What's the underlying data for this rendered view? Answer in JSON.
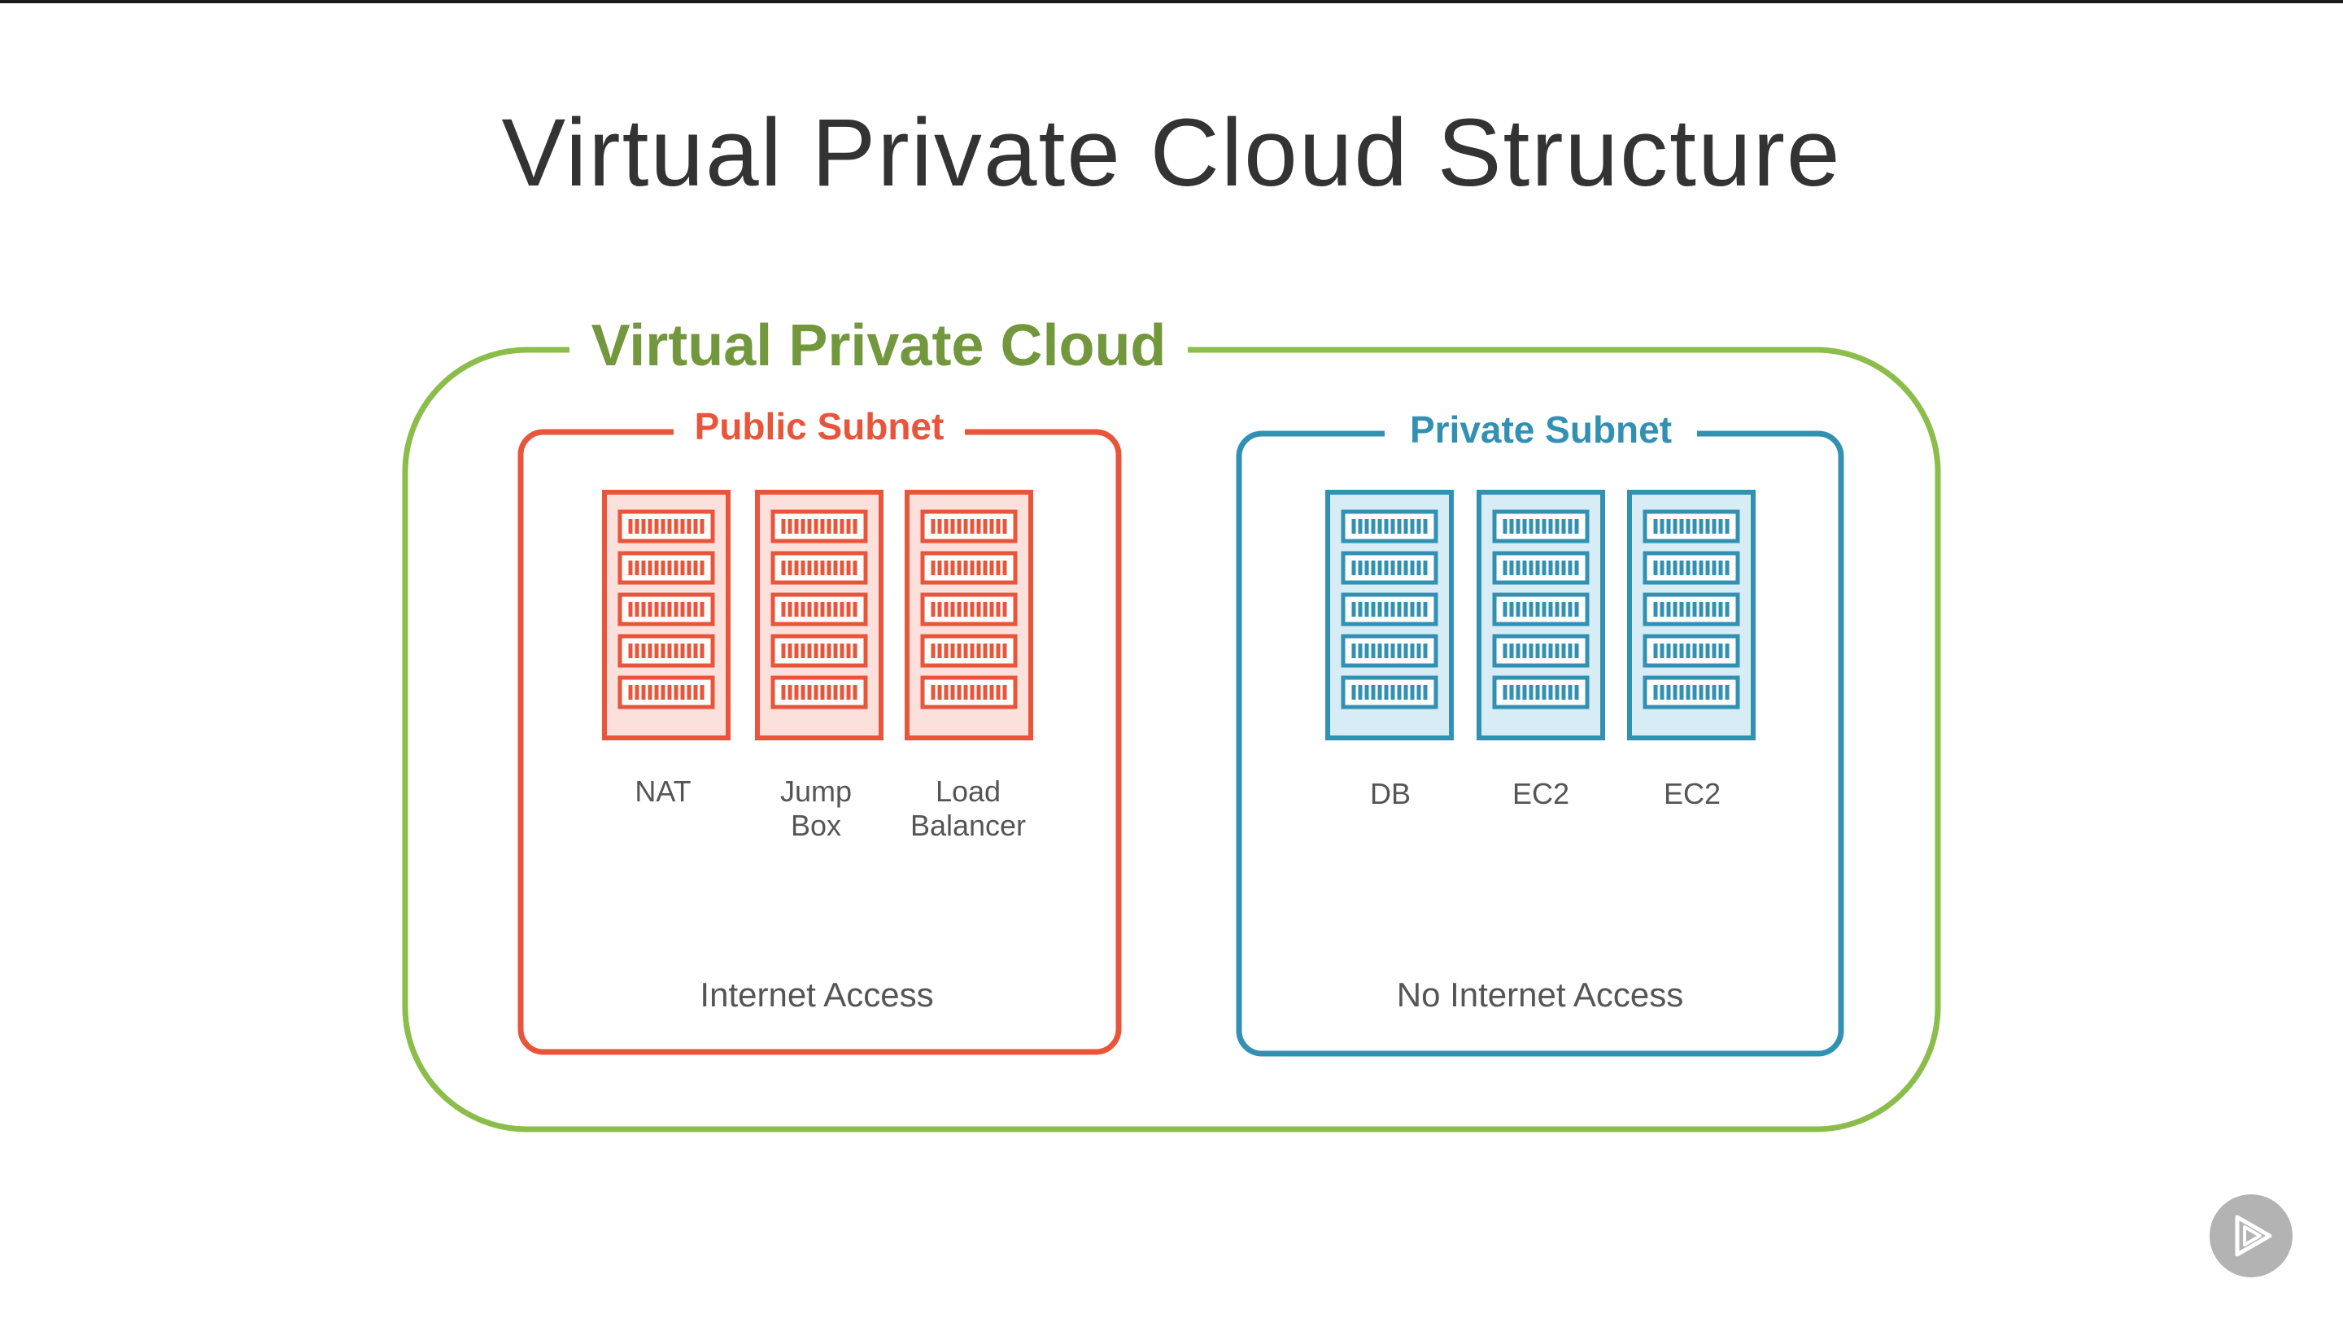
{
  "title": "Virtual Private Cloud Structure",
  "vpc": {
    "label": "Virtual Private Cloud",
    "color": "#8bbd4b",
    "label_color": "#73973c"
  },
  "public_subnet": {
    "label": "Public Subnet",
    "color": "#e8553a",
    "fill": "#fbe0db",
    "servers": [
      {
        "label": "NAT"
      },
      {
        "label": "Jump\nBox"
      },
      {
        "label": "Load\nBalancer"
      }
    ],
    "access": "Internet Access"
  },
  "private_subnet": {
    "label": "Private Subnet",
    "color": "#3291b3",
    "fill": "#d7ecf4",
    "servers": [
      {
        "label": "DB"
      },
      {
        "label": "EC2"
      },
      {
        "label": "EC2"
      }
    ],
    "access": "No Internet Access"
  },
  "player": {
    "icon": "play-icon"
  }
}
